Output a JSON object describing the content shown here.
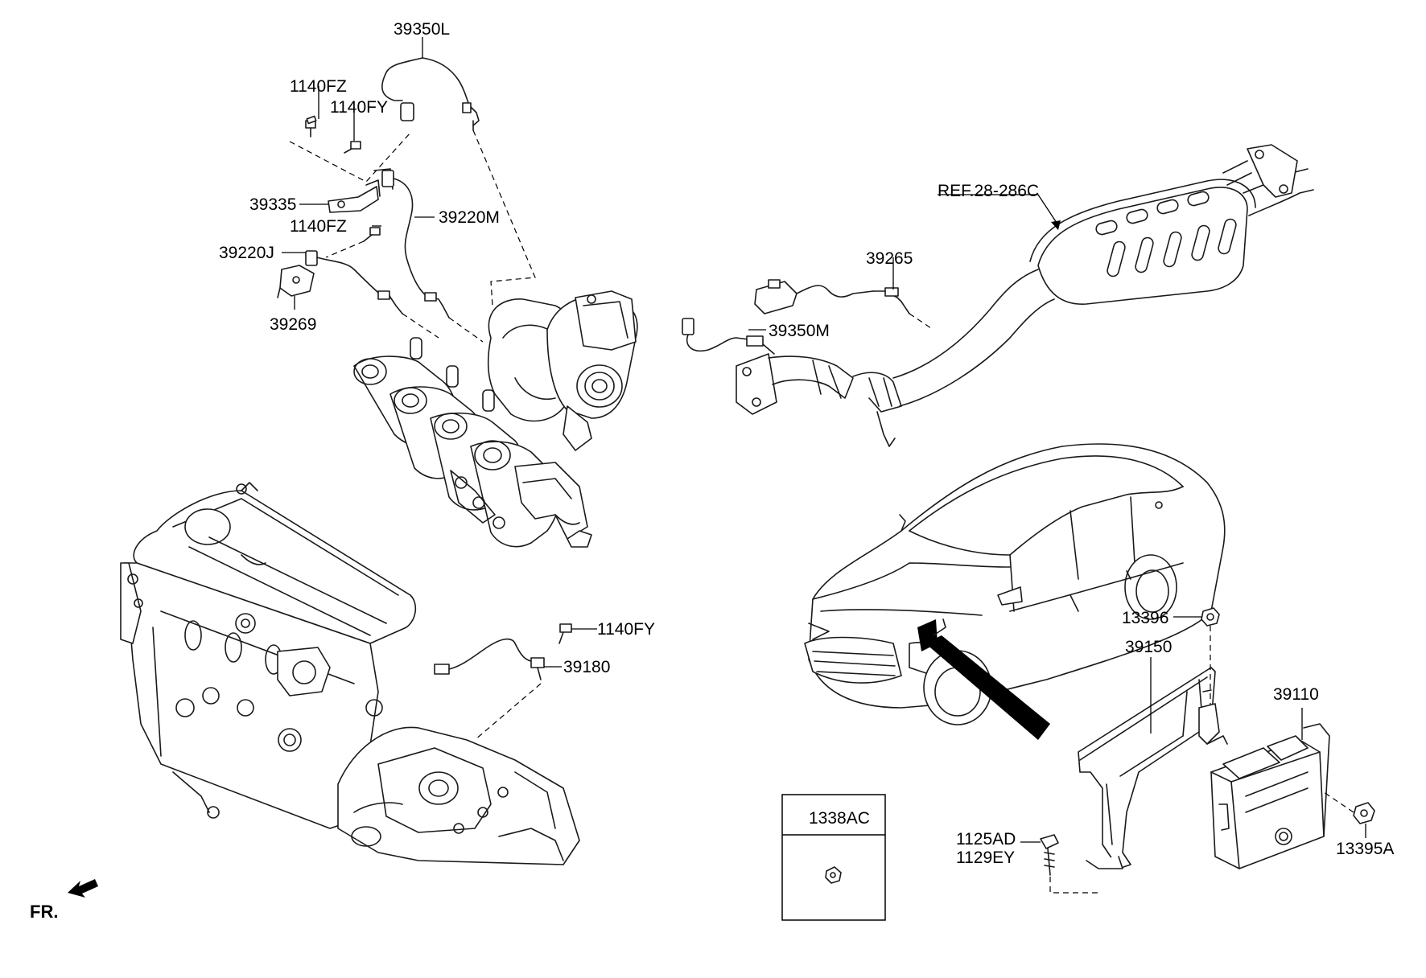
{
  "labels": {
    "l39350L": "39350L",
    "l1140FZ_top": "1140FZ",
    "l1140FY_top": "1140FY",
    "l39335": "39335",
    "l39220M": "39220M",
    "l1140FZ_mid": "1140FZ",
    "l39220J": "39220J",
    "l39269": "39269",
    "lREF": "REF.28-286C",
    "l39265": "39265",
    "l39350M": "39350M",
    "l1140FY_low": "1140FY",
    "l39180": "39180",
    "l13396": "13396",
    "l39150": "39150",
    "l39110": "39110",
    "l1338AC": "1338AC",
    "l1125AD": "1125AD",
    "l1129EY": "1129EY",
    "l13395A": "13395A",
    "fr": "FR."
  }
}
